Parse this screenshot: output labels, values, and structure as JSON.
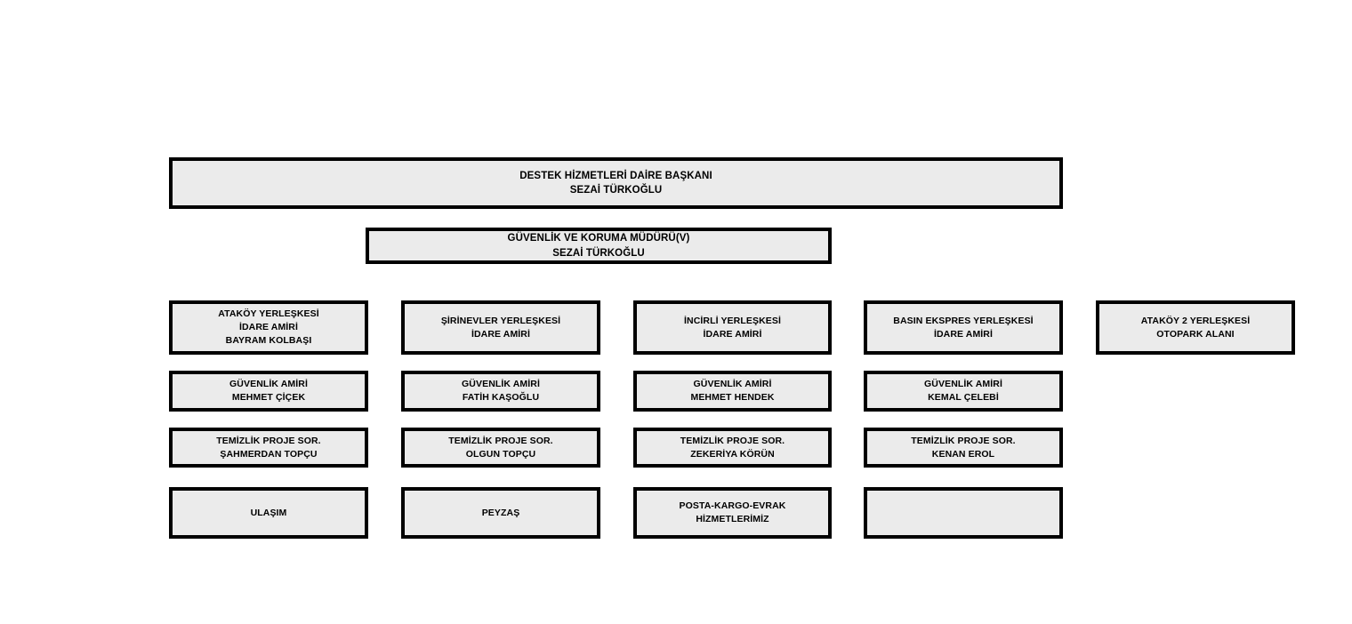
{
  "chart": {
    "title_role": "DESTEK HİZMETLERİ DAİRE BAŞKANI",
    "accent_fill": "#EBEBEB",
    "accent_border": "#000000",
    "background": "#FFFFFF"
  },
  "root": {
    "line1": "DESTEK HİZMETLERİ DAİRE BAŞKANI",
    "line2": "SEZAİ TÜRKOĞLU"
  },
  "level2": {
    "line1": "GÜVENLİK VE KORUMA  MÜDÜRÜ(V)",
    "line2": "SEZAİ TÜRKOĞLU"
  },
  "row1": [
    {
      "line1": "ATAKÖY YERLEŞKESİ",
      "line2": "İDARE AMİRİ",
      "line3": "BAYRAM KOLBAŞI"
    },
    {
      "line1": "ŞİRİNEVLER YERLEŞKESİ",
      "line2": "İDARE AMİRİ",
      "line3": ""
    },
    {
      "line1": "İNCİRLİ YERLEŞKESİ",
      "line2": "İDARE AMİRİ",
      "line3": ""
    },
    {
      "line1": "BASIN EKSPRES YERLEŞKESİ",
      "line2": "İDARE AMİRİ",
      "line3": ""
    },
    {
      "line1": "ATAKÖY 2 YERLEŞKESİ",
      "line2": "OTOPARK ALANI",
      "line3": ""
    }
  ],
  "row2": [
    {
      "line1": "GÜVENLİK AMİRİ",
      "line2": "MEHMET ÇİÇEK"
    },
    {
      "line1": "GÜVENLİK AMİRİ",
      "line2": "FATİH KAŞOĞLU"
    },
    {
      "line1": "GÜVENLİK AMİRİ",
      "line2": "MEHMET HENDEK"
    },
    {
      "line1": "GÜVENLİK AMİRİ",
      "line2": "KEMAL ÇELEBİ"
    }
  ],
  "row3": [
    {
      "line1": "TEMİZLİK PROJE SOR.",
      "line2": "ŞAHMERDAN TOPÇU"
    },
    {
      "line1": "TEMİZLİK PROJE SOR.",
      "line2": "OLGUN TOPÇU"
    },
    {
      "line1": "TEMİZLİK PROJE SOR.",
      "line2": "ZEKERİYA KÖRÜN"
    },
    {
      "line1": "TEMİZLİK PROJE SOR.",
      "line2": "KENAN EROL"
    }
  ],
  "row4": [
    {
      "line1": "ULAŞIM",
      "line2": ""
    },
    {
      "line1": "PEYZAŞ",
      "line2": ""
    },
    {
      "line1": "POSTA-KARGO-EVRAK",
      "line2": "HİZMETLERİMİZ"
    },
    {
      "line1": "",
      "line2": ""
    }
  ]
}
